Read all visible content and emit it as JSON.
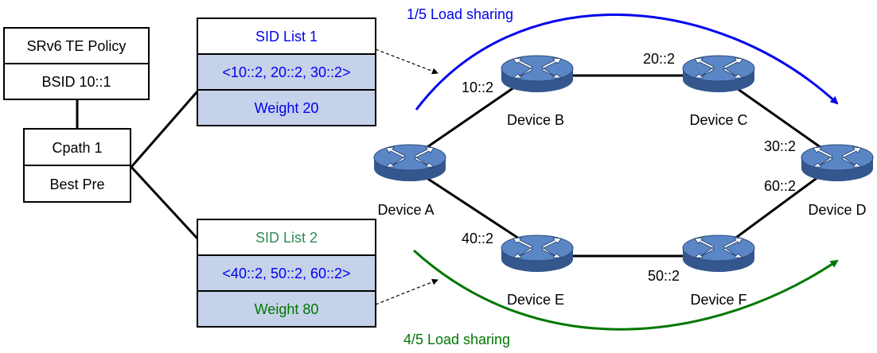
{
  "policy": {
    "title": "SRv6 TE Policy",
    "bsid": "BSID 10::1"
  },
  "cpath": {
    "name": "Cpath 1",
    "pref": "Best Pre"
  },
  "sid_lists": [
    {
      "title": "SID List 1",
      "segments": "<10::2, 20::2, 30::2>",
      "weight": "Weight 20",
      "color": "#0000ee"
    },
    {
      "title": "SID List 2",
      "segments": "<40::2, 50::2, 60::2>",
      "weight": "Weight 80",
      "color": "#2e8b57",
      "weight_color": "#007700"
    }
  ],
  "devices": {
    "a": "Device A",
    "b": "Device B",
    "c": "Device C",
    "d": "Device D",
    "e": "Device E",
    "f": "Device F"
  },
  "addresses": {
    "b": "10::2",
    "c": "20::2",
    "d_upper": "30::2",
    "d_lower": "60::2",
    "e": "40::2",
    "f": "50::2"
  },
  "load_sharing": {
    "upper": "1/5 Load sharing",
    "lower": "4/5 Load sharing",
    "upper_color": "#0000ee",
    "lower_color": "#007700"
  },
  "colors": {
    "box_fill_blue": "#c5d2ea",
    "router_body": "#4a74b3",
    "router_side": "#34578d"
  }
}
